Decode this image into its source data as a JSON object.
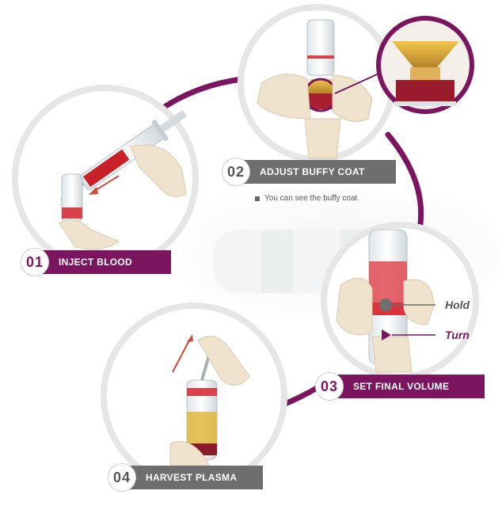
{
  "steps": [
    {
      "number": "01",
      "label": "INJECT BLOOD"
    },
    {
      "number": "02",
      "label": "ADJUST BUFFY COAT",
      "caption": "You can see the buffy coat"
    },
    {
      "number": "03",
      "label": "SET FINAL VOLUME"
    },
    {
      "number": "04",
      "label": "HARVEST PLASMA"
    }
  ],
  "annotations": {
    "hold": "Hold",
    "turn": "Turn"
  },
  "colors": {
    "accent": "#7b1560",
    "grey": "#6e6e6e",
    "blood": "#c9202a"
  }
}
